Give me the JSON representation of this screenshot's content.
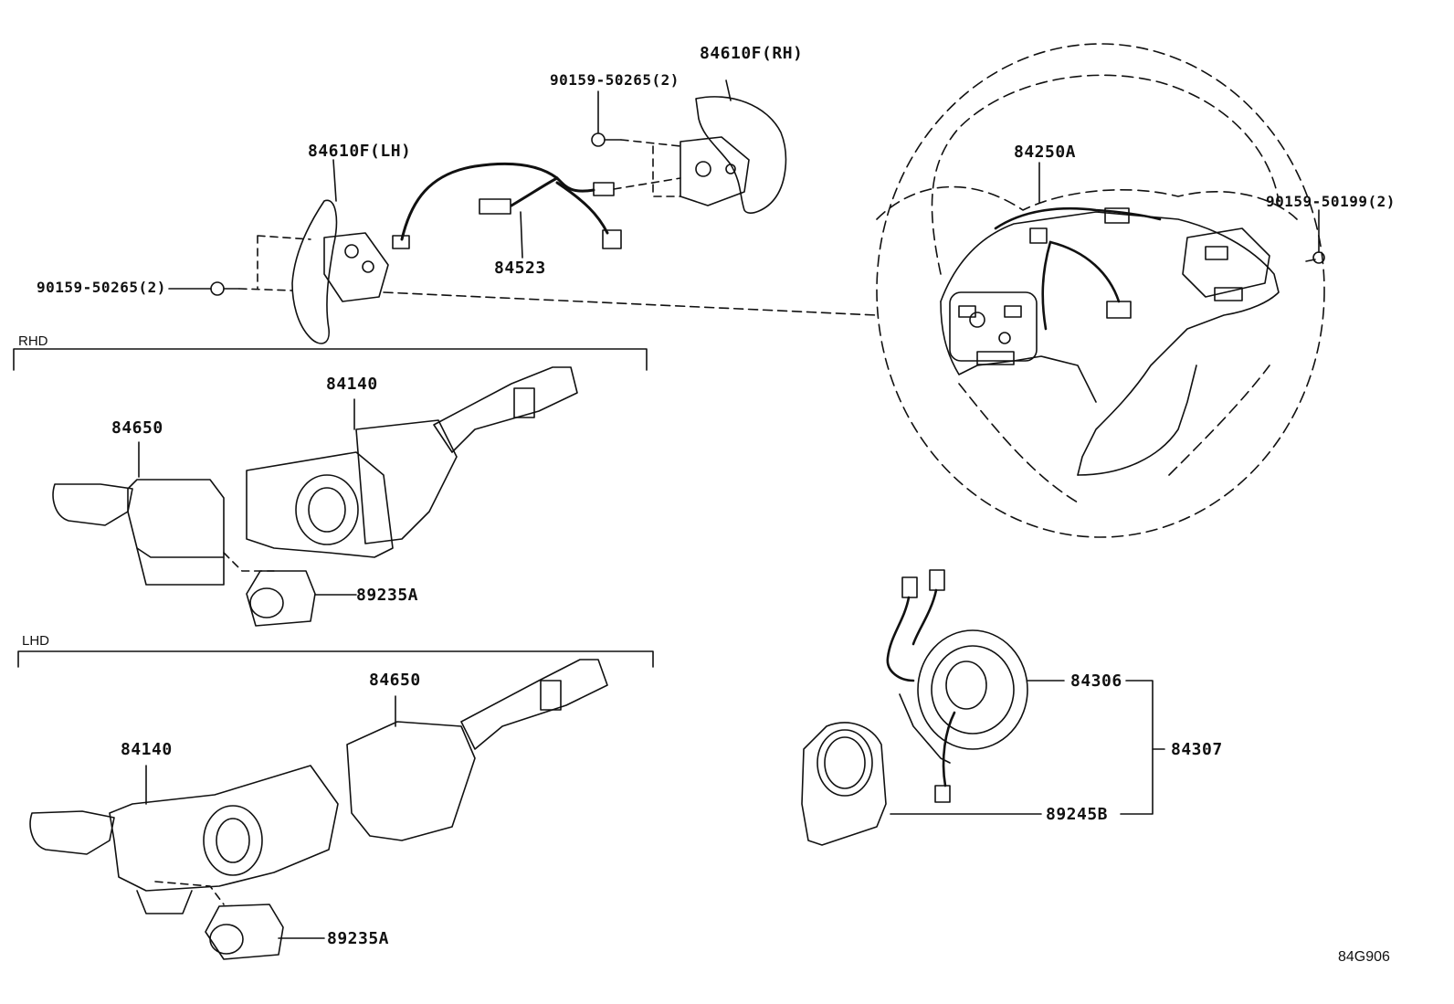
{
  "labels": {
    "paddle_rh": "84610F(RH)",
    "screw_rh": "90159-50265(2)",
    "paddle_lh": "84610F(LH)",
    "harness": "84523",
    "screw_lh": "90159-50265(2)",
    "wheel_switch": "84250A",
    "screw_wheel": "90159-50199(2)",
    "rhd_switch": "84140",
    "rhd_wiper": "84650",
    "rhd_button": "89235A",
    "lhd_wiper": "84650",
    "lhd_switch": "84140",
    "lhd_button": "89235A",
    "spiral_cable": "84306",
    "spiral_assy": "84307",
    "steering_sensor": "89245B"
  },
  "sections": {
    "rhd": "RHD",
    "lhd": "LHD"
  },
  "figure_ref": "84G906"
}
